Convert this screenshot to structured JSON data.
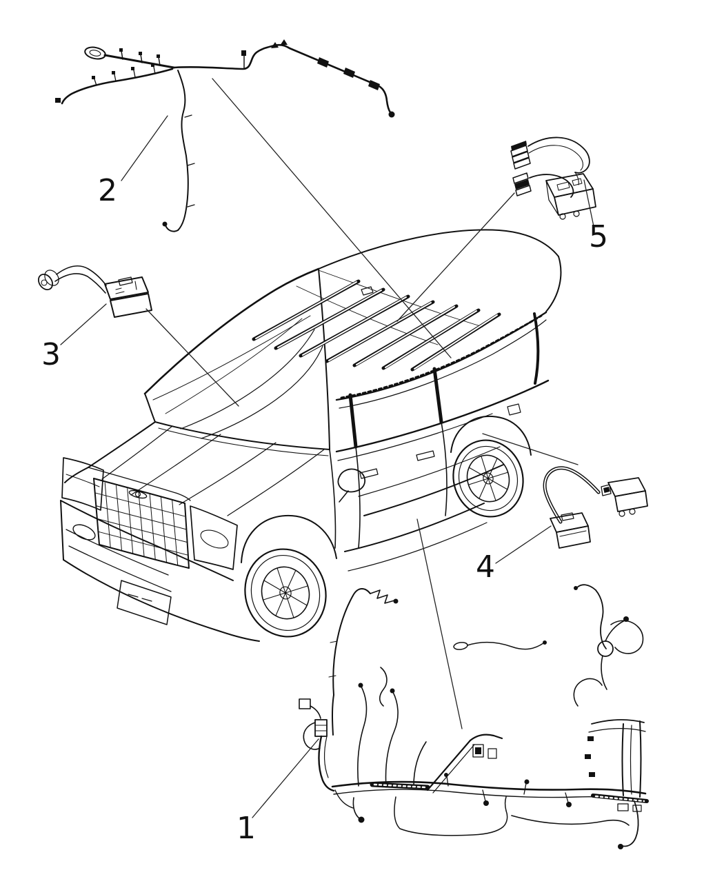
{
  "diagram": {
    "background_color": "#ffffff",
    "line_color": "#111111",
    "leader_color": "#222222",
    "callouts": [
      {
        "label": "1"
      },
      {
        "label": "2"
      },
      {
        "label": "3"
      },
      {
        "label": "4"
      },
      {
        "label": "5"
      }
    ]
  }
}
